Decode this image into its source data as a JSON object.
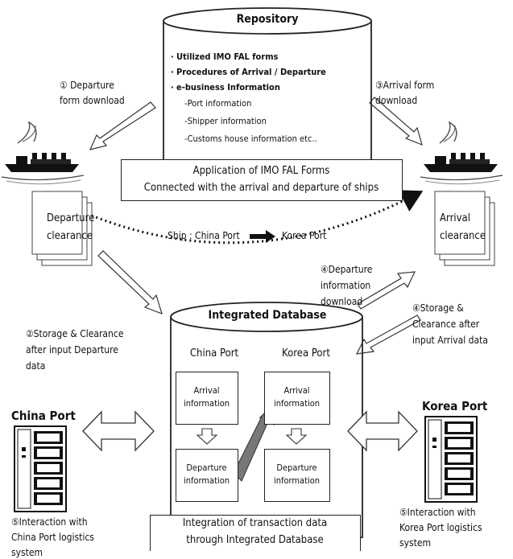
{
  "repository": {
    "title": "Repository",
    "items": [
      "Utilized IMO FAL forms",
      "Procedures of Arrival / Departure",
      "e-business Information",
      "-Port information",
      "-Shipper information",
      "-Customs house information  etc.."
    ]
  },
  "application_box": {
    "line1": "Application of IMO FAL Forms",
    "line2": "Connected with the arrival and departure of ships"
  },
  "ship_route": {
    "label": "Ship : China Port",
    "label2": "Korea Port"
  },
  "steps": {
    "departure_download": [
      "① Departure",
      "form download"
    ],
    "arrival_download": [
      "③Arrival form",
      "download"
    ],
    "storage_departure": [
      "②Storage & Clearance",
      "after input Departure",
      "data"
    ],
    "departure_info_download": [
      "④Departure",
      "information",
      "download"
    ],
    "storage_arrival": [
      "④Storage &",
      "Clearance after",
      "input Arrival data"
    ],
    "interaction_china": [
      "⑤Interaction with",
      "China Port logistics",
      "system"
    ],
    "interaction_korea": [
      "⑤Interaction with",
      "Korea Port logistics",
      "system"
    ]
  },
  "clearance": {
    "departure": [
      "Departure",
      "clearance"
    ],
    "arrival": [
      "Arrival",
      "clearance"
    ]
  },
  "integrated_db": {
    "title": "Integrated Database",
    "china_col": "China Port",
    "korea_col": "Korea Port",
    "china_arrival": [
      "Arrival",
      "information"
    ],
    "china_departure": [
      "Departure",
      "information"
    ],
    "korea_arrival": [
      "Arrival",
      "information"
    ],
    "korea_departure": [
      "Departure",
      "information"
    ]
  },
  "integration_box": {
    "line1": "Integration of transaction data",
    "line2": "through Integrated Database"
  },
  "ports": {
    "china": "China Port",
    "korea": "Korea Port"
  }
}
